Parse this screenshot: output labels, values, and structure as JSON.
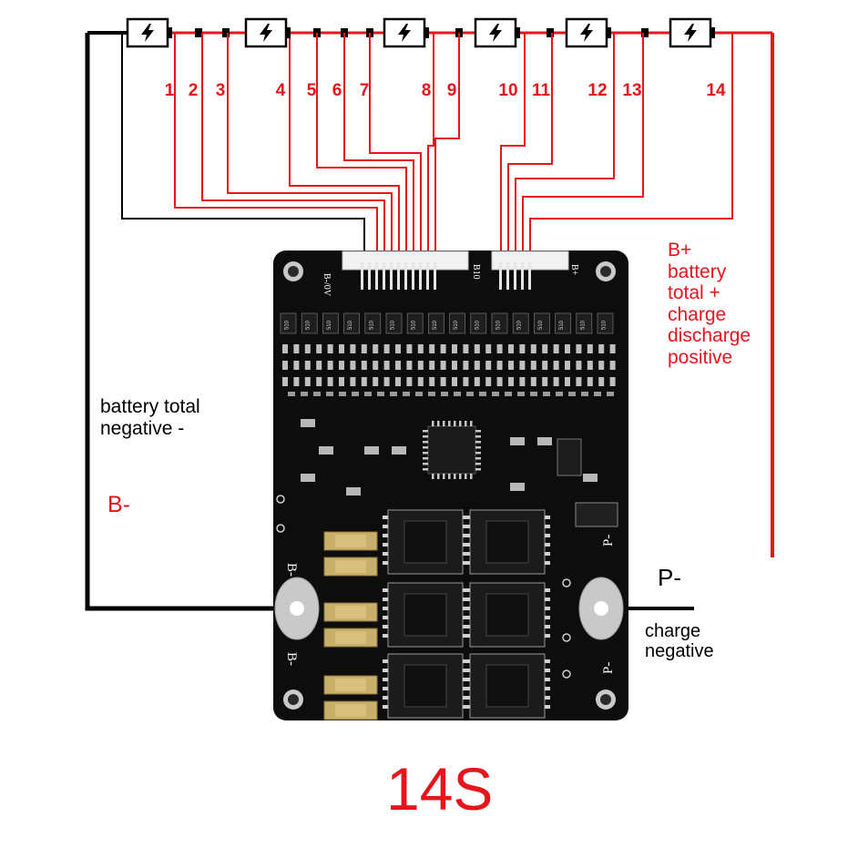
{
  "colors": {
    "red": "#e8141c",
    "black": "#000000",
    "board": "#0d0d0d",
    "pad": "#c9b06a",
    "silver": "#c9c9c9"
  },
  "cell_icon": "lightning-bolt-icon",
  "tap_labels": [
    "1",
    "2",
    "3",
    "4",
    "5",
    "6",
    "7",
    "8",
    "9",
    "10",
    "11",
    "12",
    "13",
    "14"
  ],
  "labels": {
    "bplus_lines": [
      "B+",
      "battery",
      "total +",
      "charge",
      "discharge",
      "positive"
    ],
    "bminus_desc": [
      "battery total",
      "negative -"
    ],
    "bminus": "B-",
    "pminus": "P-",
    "charge_negative": [
      "charge",
      "negative"
    ],
    "title": "14S"
  },
  "board_silk": {
    "b_minus": "B-",
    "p_minus": "P-",
    "b_minus_0v": "B-/0V",
    "b10": "B10",
    "b_plus": "B+",
    "resistor_code": "510"
  }
}
